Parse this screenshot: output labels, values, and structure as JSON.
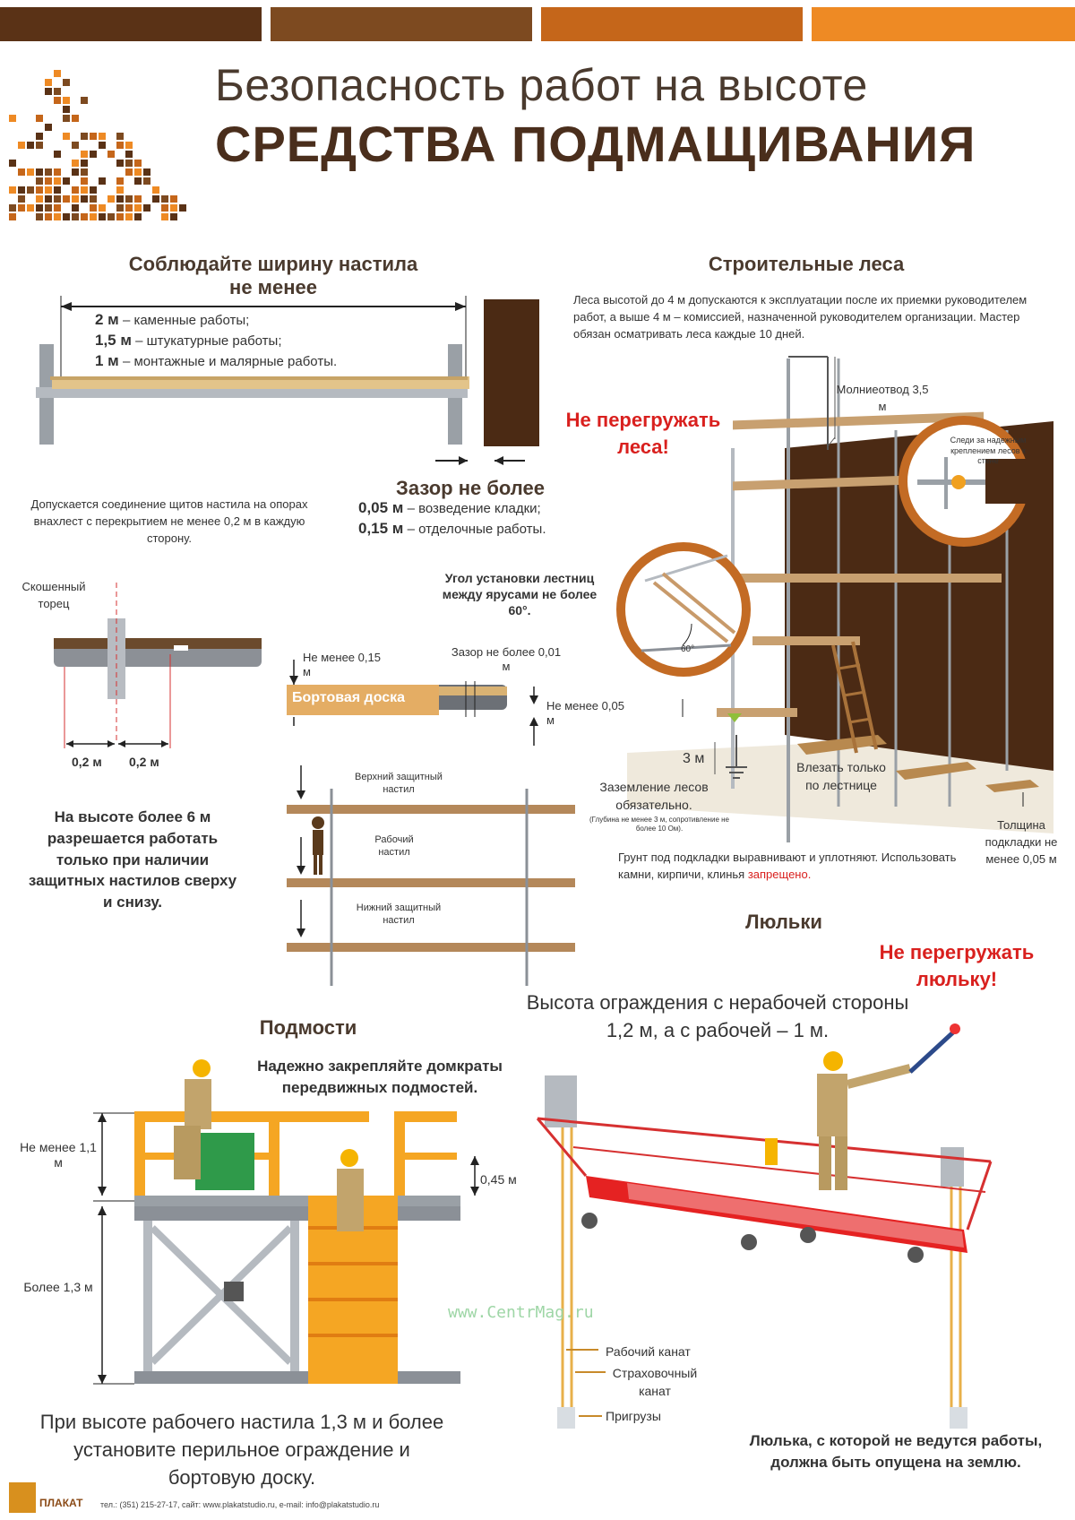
{
  "header": {
    "title_line1": "Безопасность работ на высоте",
    "title_line2": "СРЕДСТВА ПОДМАЩИВАНИЯ",
    "bar_colors": [
      "#5a3216",
      "#7d4a20",
      "#c5661a",
      "#ee8a24"
    ]
  },
  "deck": {
    "heading_line1": "Соблюдайте ширину настила",
    "heading_line2": "не менее",
    "rows": [
      {
        "value": "2 м",
        "desc": "– каменные работы;"
      },
      {
        "value": "1,5 м",
        "desc": "– штукатурные работы;"
      },
      {
        "value": "1 м",
        "desc": "– монтажные и малярные работы."
      }
    ],
    "gap_heading": "Зазор не более",
    "gap_rows": [
      {
        "value": "0,05 м",
        "desc": "– возведение кладки;"
      },
      {
        "value": "0,15 м",
        "desc": "– отделочные работы."
      }
    ],
    "joint_note": "Допускается соединение щитов настила на опорах внахлест с перекрытием не менее 0,2 м в каждую сторону.",
    "bevel_label": "Скошенный торец",
    "overlap_left": "0,2 м",
    "overlap_right": "0,2 м"
  },
  "board": {
    "label": "Бортовая доска",
    "min_height": "Не менее 0,15 м",
    "gap": "Зазор не более 0,01 м",
    "min_raise": "Не менее 0,05 м"
  },
  "protective": {
    "upper": "Верхний защитный настил",
    "working": "Рабочий настил",
    "lower": "Нижний защитный настил",
    "note": "На высоте более 6 м разрешается работать только при наличии защитных настилов сверху и снизу."
  },
  "scaffold": {
    "heading": "Строительные леса",
    "intro": "Леса высотой до 4 м допускаются к эксплуатации после их приемки руководителем работ, а выше 4 м – комиссией, назначенной руководителем организации. Мастер обязан осматривать леса каждые 10 дней.",
    "no_overload": "Не перегружать леса!",
    "lightning": "Молниеотвод 3,5 м",
    "anchor": "Следи за надежным креплением лесов к стене",
    "ladder_angle": "Угол установки лестниц между ярусами не более 60°.",
    "angle_value": "60°",
    "height_3m": "3 м",
    "grounding": "Заземление лесов обязательно.",
    "grounding_note": "(Глубина не менее 3 м, сопротивление не более 10 Ом).",
    "climb": "Влезать только по лестнице",
    "ground_note_a": "Грунт под подкладки выравнивают и уплотняют. Использовать камни, кирпичи, клинья ",
    "ground_note_b": "запрещено.",
    "pad": "Толщина подкладки не менее 0,05 м"
  },
  "cradle": {
    "heading": "Люльки",
    "no_overload": "Не перегружать люльку!",
    "railing": "Высота ограждения с нерабочей стороны 1,2 м, а с рабочей – 1 м.",
    "rope_working": "Рабочий канат",
    "rope_safety": "Страховочный канат",
    "weights": "Пригрузы",
    "lowered": "Люлька, с которой не ведутся работы, должна быть опущена на землю."
  },
  "podmosti": {
    "heading": "Подмости",
    "jacks": "Надежно закрепляйте домкраты передвижных подмостей.",
    "h_min": "Не менее 1,1 м",
    "h_mid": "0,45 м",
    "h_more": "Более 1,3 м",
    "note": "При высоте рабочего настила 1,3 м и более установите перильное ограждение и бортовую доску."
  },
  "footer": {
    "brand": "ПЛАКАТ",
    "contacts": "тел.: (351) 215-27-17, сайт: www.plakatstudio.ru, e-mail: info@plakatstudio.ru",
    "watermark": "www.CentrMag.ru"
  }
}
